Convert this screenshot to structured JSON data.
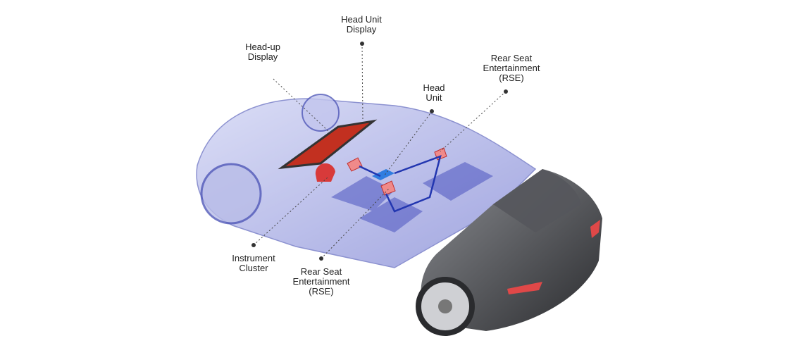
{
  "labels": {
    "head_unit_display": [
      "Head Unit",
      "Display"
    ],
    "head_up_display": [
      "Head-up",
      "Display"
    ],
    "rse_top": [
      "Rear Seat",
      "Entertainment",
      "(RSE)"
    ],
    "head_unit": [
      "Head",
      "Unit"
    ],
    "instrument_cluster": [
      "Instrument",
      "Cluster"
    ],
    "rse_bottom": [
      "Rear Seat",
      "Entertainment",
      "(RSE)"
    ]
  },
  "colors": {
    "car_body_transparent": "#5a63c8",
    "car_body_dark": "#3a3c40",
    "highlight_red": "#d83a3a",
    "head_unit_blue": "#2f7de0",
    "wire_blue": "#2236b0"
  }
}
